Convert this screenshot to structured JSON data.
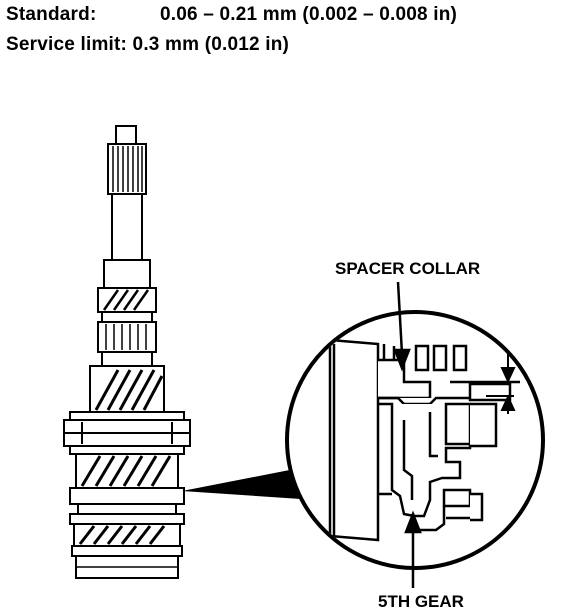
{
  "specs": {
    "standard_label": "Standard:",
    "standard_value": "0.06 – 0.21 mm (0.002 – 0.008 in)",
    "service_limit": "Service limit: 0.3 mm (0.012 in)"
  },
  "callouts": {
    "spacer_collar": "SPACER COLLAR",
    "fifth_gear": "5TH GEAR"
  }
}
